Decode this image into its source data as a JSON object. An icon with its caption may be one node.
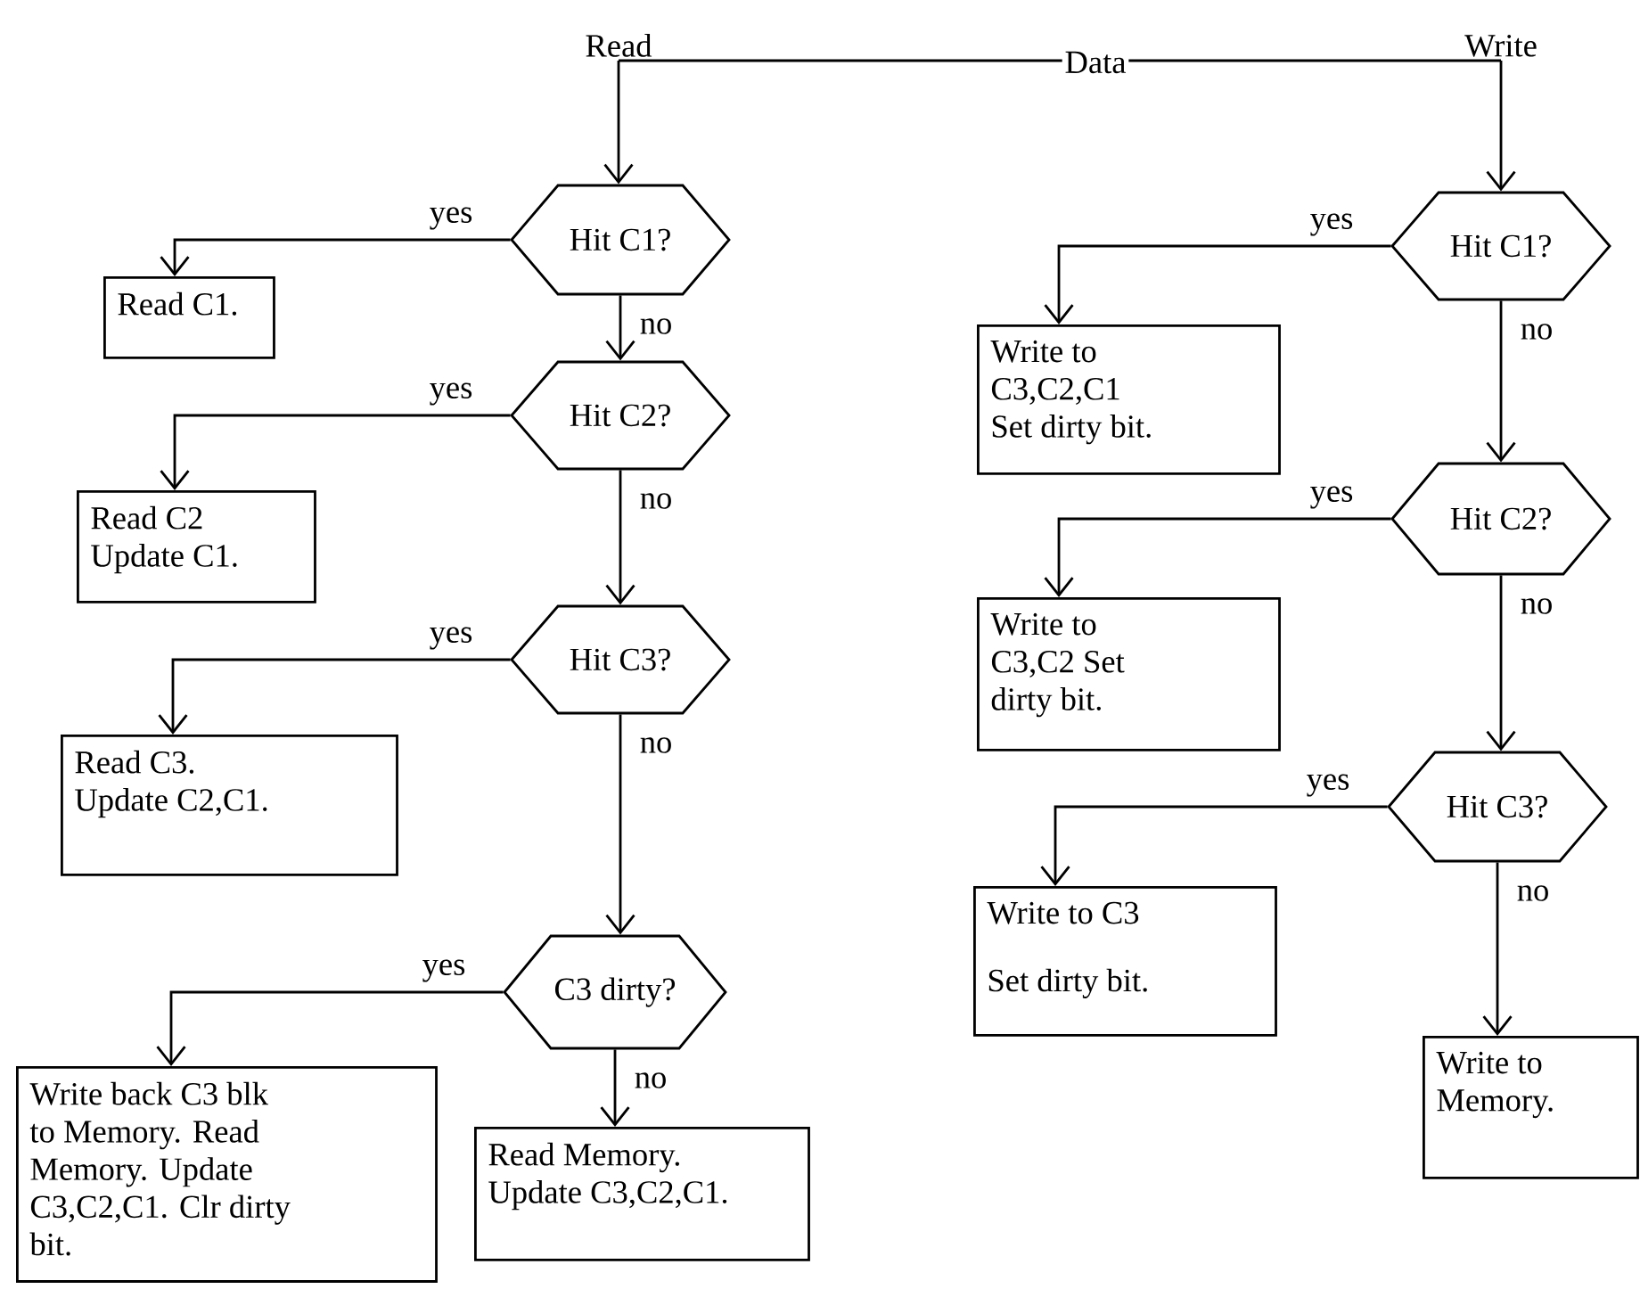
{
  "diagram": {
    "nodes": [
      {
        "text": [
          "Read"
        ]
      },
      {
        "text": [
          "Write"
        ]
      },
      {
        "text": [
          "Hit C1?"
        ]
      },
      {
        "text": [
          "Read C1."
        ]
      },
      {
        "text": [
          "Hit C2?"
        ]
      },
      {
        "text": [
          "Read C2 Update C1."
        ]
      },
      {
        "text": [
          "Hit C3?"
        ]
      },
      {
        "text": [
          "Read C3. Update C2,C1."
        ]
      },
      {
        "text": [
          "C3 dirty?"
        ]
      },
      {
        "text": [
          "Write back C3 blk to Memory. Read Memory. Update C3,C2,C1. Clr dirty bit."
        ]
      },
      {
        "text": [
          "Read Memory. Update C3,C2,C1."
        ]
      },
      {
        "text": [
          "Hit C1?"
        ]
      },
      {
        "text": [
          "Write to C3,C2,C1 Set dirty bit."
        ]
      },
      {
        "text": [
          "Hit C2?"
        ]
      },
      {
        "text": [
          "Write to C3,C2 Set dirty bit."
        ]
      },
      {
        "text": [
          "Hit C3?"
        ]
      },
      {
        "text": [
          "Write to C3",
          "Set dirty bit."
        ]
      },
      {
        "text": [
          "Write to Memory."
        ]
      }
    ],
    "edges": [
      {
        "from": 0,
        "to": 1,
        "arrow": "none",
        "label": "Data"
      },
      {
        "from": 0,
        "to": 2,
        "arrow": "to"
      },
      {
        "from": 1,
        "to": 11,
        "arrow": "to"
      },
      {
        "from": 2,
        "to": 3,
        "arrow": "to",
        "label": "yes"
      },
      {
        "from": 2,
        "to": 4,
        "arrow": "to",
        "label": "no"
      },
      {
        "from": 4,
        "to": 5,
        "arrow": "to",
        "label": "yes"
      },
      {
        "from": 4,
        "to": 6,
        "arrow": "to",
        "label": "no"
      },
      {
        "from": 6,
        "to": 7,
        "arrow": "to",
        "label": "yes"
      },
      {
        "from": 6,
        "to": 8,
        "arrow": "to",
        "label": "no"
      },
      {
        "from": 8,
        "to": 9,
        "arrow": "to",
        "label": "yes"
      },
      {
        "from": 8,
        "to": 10,
        "arrow": "to",
        "label": "no"
      },
      {
        "from": 11,
        "to": 12,
        "arrow": "to",
        "label": "yes"
      },
      {
        "from": 11,
        "to": 13,
        "arrow": "to",
        "label": "no"
      },
      {
        "from": 13,
        "to": 14,
        "arrow": "to",
        "label": "yes"
      },
      {
        "from": 13,
        "to": 15,
        "arrow": "to",
        "label": "no"
      },
      {
        "from": 15,
        "to": 16,
        "arrow": "to",
        "label": "yes"
      },
      {
        "from": 15,
        "to": 17,
        "arrow": "to",
        "label": "no"
      }
    ]
  }
}
